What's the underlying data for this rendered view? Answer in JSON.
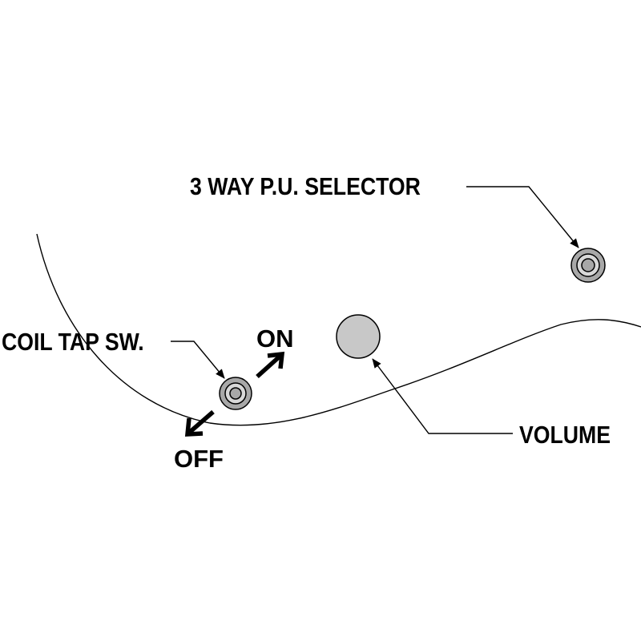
{
  "labels": {
    "pickup_selector": "3 WAY P.U. SELECTOR",
    "coil_tap": "COIL TAP SW.",
    "on": "ON",
    "off": "OFF",
    "volume": "VOLUME"
  },
  "colors": {
    "line": "#000000",
    "volume_knob_fill": "#c8c8c8",
    "switch_fill": "#a8a8a8",
    "background": "#ffffff"
  }
}
